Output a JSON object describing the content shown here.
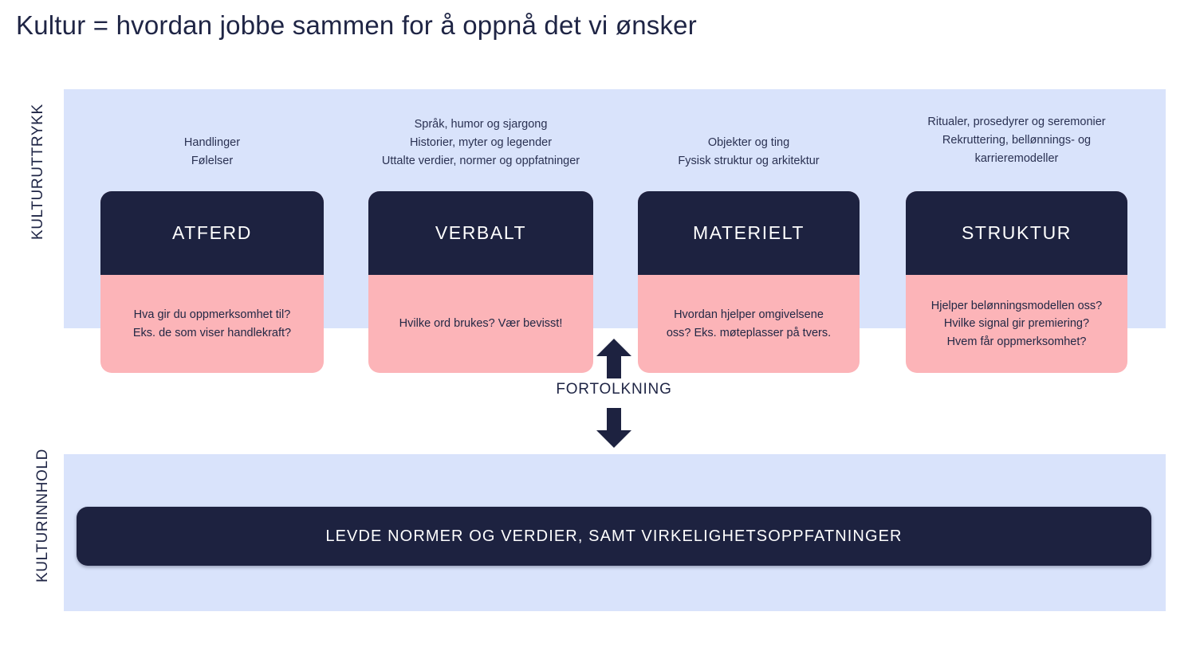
{
  "title": "Kultur = hvordan jobbe sammen for å oppnå det vi ønsker",
  "axis_labels": {
    "expression": "KULTURUTTRYKK",
    "content": "KULTURINNHOLD"
  },
  "columns": [
    {
      "key": "atferd",
      "caption": "Handlinger\nFølelser",
      "card_title": "ATFERD",
      "card_text": "Hva gir du oppmerksomhet til?\nEks. de som viser handlekraft?"
    },
    {
      "key": "verbalt",
      "caption": "Språk, humor og sjargong\nHistorier, myter og legender\nUttalte verdier, normer og oppfatninger",
      "card_title": "VERBALT",
      "card_text": "Hvilke ord brukes? Vær bevisst!"
    },
    {
      "key": "materielt",
      "caption": "Objekter og ting\nFysisk struktur og arkitektur",
      "card_title": "MATERIELT",
      "card_text": "Hvordan hjelper omgivelsene\noss? Eks. møteplasser på tvers."
    },
    {
      "key": "struktur",
      "caption": "Ritualer, prosedyrer og seremonier\nRekruttering, bellønnings- og\nkarrieremodeller",
      "card_title": "STRUKTUR",
      "card_text": "Hjelper belønningsmodellen oss?\nHvilke signal gir premiering?\nHvem får oppmerksomhet?"
    }
  ],
  "interpretation": {
    "label": "FORTOLKNING",
    "arrow_up_icon": "arrow-up-icon",
    "arrow_down_icon": "arrow-down-icon"
  },
  "content_bar": {
    "text": "LEVDE NORMER OG VERDIER, SAMT VIRKELIGHETSOPPFATNINGER"
  },
  "colors": {
    "dark_navy": "#1d2240",
    "pink": "#fcb4b8",
    "panel_blue": "#d9e3fb",
    "text_dark": "#1f2545",
    "white": "#ffffff"
  }
}
